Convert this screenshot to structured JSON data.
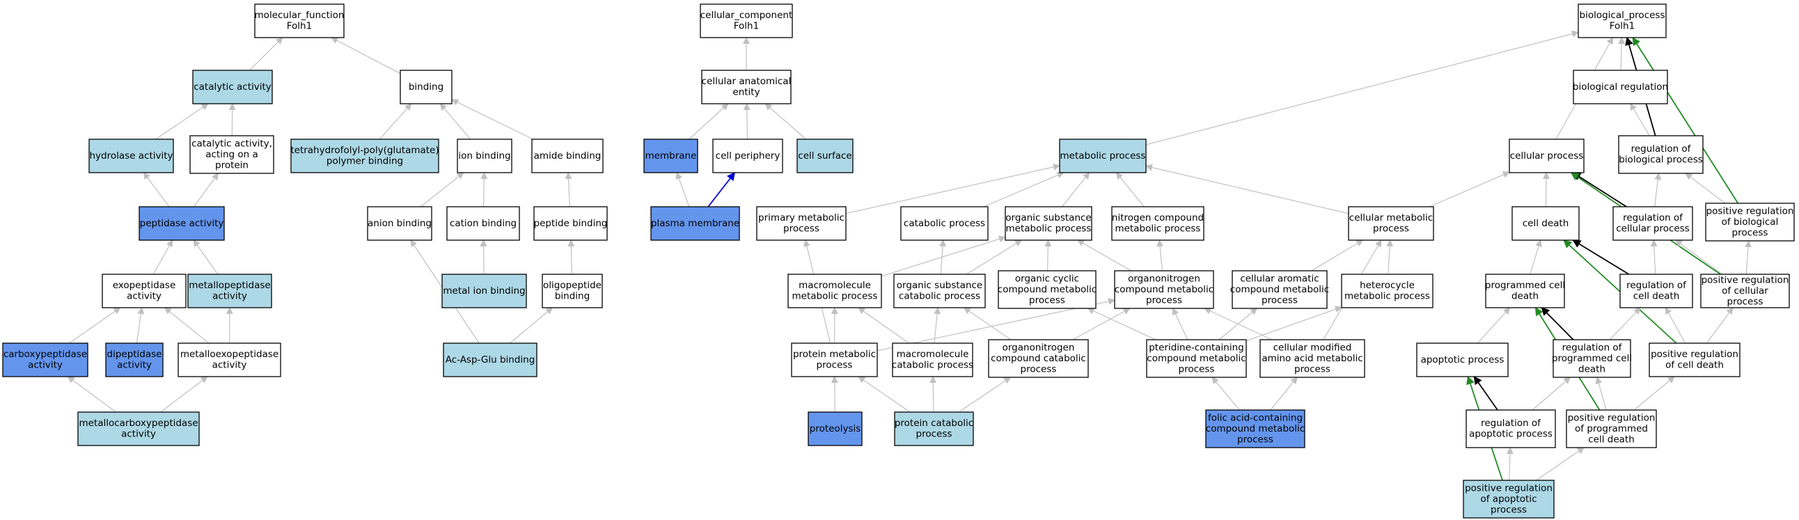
{
  "colors": {
    "plain": "#ffffff",
    "light": "#add8e6",
    "dark": "#6495ed",
    "edge_gray": "#c0c0c0",
    "edge_black": "#000000",
    "edge_green": "#228b22",
    "edge_blue": "#0000cd"
  },
  "nodes": [
    {
      "id": "mf",
      "lines": [
        "molecular_function",
        "Folh1"
      ],
      "fill": "plain"
    },
    {
      "id": "catact",
      "lines": [
        "catalytic activity"
      ],
      "fill": "light"
    },
    {
      "id": "binding",
      "lines": [
        "binding"
      ],
      "fill": "plain"
    },
    {
      "id": "hydro",
      "lines": [
        "hydrolase activity"
      ],
      "fill": "light"
    },
    {
      "id": "catprot",
      "lines": [
        "catalytic activity,",
        "acting on a",
        "protein"
      ],
      "fill": "plain"
    },
    {
      "id": "thf",
      "lines": [
        "tetrahydrofolyl-poly(glutamate)",
        "polymer binding"
      ],
      "fill": "light"
    },
    {
      "id": "ionb",
      "lines": [
        "ion binding"
      ],
      "fill": "plain"
    },
    {
      "id": "amideb",
      "lines": [
        "amide binding"
      ],
      "fill": "plain"
    },
    {
      "id": "pept",
      "lines": [
        "peptidase activity"
      ],
      "fill": "dark"
    },
    {
      "id": "anionb",
      "lines": [
        "anion binding"
      ],
      "fill": "plain"
    },
    {
      "id": "cationb",
      "lines": [
        "cation binding"
      ],
      "fill": "plain"
    },
    {
      "id": "peptb",
      "lines": [
        "peptide binding"
      ],
      "fill": "plain"
    },
    {
      "id": "exop",
      "lines": [
        "exopeptidase",
        "activity"
      ],
      "fill": "plain"
    },
    {
      "id": "metallop",
      "lines": [
        "metallopeptidase",
        "activity"
      ],
      "fill": "light"
    },
    {
      "id": "metalion",
      "lines": [
        "metal ion binding"
      ],
      "fill": "light"
    },
    {
      "id": "oligob",
      "lines": [
        "oligopeptide",
        "binding"
      ],
      "fill": "plain"
    },
    {
      "id": "carboxy",
      "lines": [
        "carboxypeptidase",
        "activity"
      ],
      "fill": "dark"
    },
    {
      "id": "dipep",
      "lines": [
        "dipeptidase",
        "activity"
      ],
      "fill": "dark"
    },
    {
      "id": "metalloexo",
      "lines": [
        "metalloexopeptidase",
        "activity"
      ],
      "fill": "plain"
    },
    {
      "id": "acasp",
      "lines": [
        "Ac-Asp-Glu binding"
      ],
      "fill": "light"
    },
    {
      "id": "metallocarb",
      "lines": [
        "metallocarboxypeptidase",
        "activity"
      ],
      "fill": "light"
    },
    {
      "id": "cc",
      "lines": [
        "cellular_component",
        "Folh1"
      ],
      "fill": "plain"
    },
    {
      "id": "cae",
      "lines": [
        "cellular anatomical",
        "entity"
      ],
      "fill": "plain"
    },
    {
      "id": "membrane",
      "lines": [
        "membrane"
      ],
      "fill": "dark"
    },
    {
      "id": "cellper",
      "lines": [
        "cell periphery"
      ],
      "fill": "plain"
    },
    {
      "id": "cellsurf",
      "lines": [
        "cell surface"
      ],
      "fill": "light"
    },
    {
      "id": "plasma",
      "lines": [
        "plasma membrane"
      ],
      "fill": "dark"
    },
    {
      "id": "bp",
      "lines": [
        "biological_process",
        "Folh1"
      ],
      "fill": "plain"
    },
    {
      "id": "metab",
      "lines": [
        "metabolic process"
      ],
      "fill": "light"
    },
    {
      "id": "cellproc",
      "lines": [
        "cellular process"
      ],
      "fill": "plain"
    },
    {
      "id": "bioreg",
      "lines": [
        "biological regulation"
      ],
      "fill": "plain"
    },
    {
      "id": "regbio",
      "lines": [
        "regulation of",
        "biological process"
      ],
      "fill": "plain"
    },
    {
      "id": "primmet",
      "lines": [
        "primary metabolic",
        "process"
      ],
      "fill": "plain"
    },
    {
      "id": "catab",
      "lines": [
        "catabolic process"
      ],
      "fill": "plain"
    },
    {
      "id": "orgsub",
      "lines": [
        "organic substance",
        "metabolic process"
      ],
      "fill": "plain"
    },
    {
      "id": "nitro",
      "lines": [
        "nitrogen compound",
        "metabolic process"
      ],
      "fill": "plain"
    },
    {
      "id": "cellmet",
      "lines": [
        "cellular metabolic",
        "process"
      ],
      "fill": "plain"
    },
    {
      "id": "celldeath",
      "lines": [
        "cell death"
      ],
      "fill": "plain"
    },
    {
      "id": "regcell",
      "lines": [
        "regulation of",
        "cellular process"
      ],
      "fill": "plain"
    },
    {
      "id": "posbio",
      "lines": [
        "positive regulation",
        "of biological",
        "process"
      ],
      "fill": "plain"
    },
    {
      "id": "macromet",
      "lines": [
        "macromolecule",
        "metabolic process"
      ],
      "fill": "plain"
    },
    {
      "id": "orgsubcat",
      "lines": [
        "organic substance",
        "catabolic process"
      ],
      "fill": "plain"
    },
    {
      "id": "orgcyc",
      "lines": [
        "organic cyclic",
        "compound metabolic",
        "process"
      ],
      "fill": "plain"
    },
    {
      "id": "orgnitro",
      "lines": [
        "organonitrogen",
        "compound metabolic",
        "process"
      ],
      "fill": "plain"
    },
    {
      "id": "cellarom",
      "lines": [
        "cellular aromatic",
        "compound metabolic",
        "process"
      ],
      "fill": "plain"
    },
    {
      "id": "hetero",
      "lines": [
        "heterocycle",
        "metabolic process"
      ],
      "fill": "plain"
    },
    {
      "id": "progdeath",
      "lines": [
        "programmed cell",
        "death"
      ],
      "fill": "plain"
    },
    {
      "id": "regdeath",
      "lines": [
        "regulation of",
        "cell death"
      ],
      "fill": "plain"
    },
    {
      "id": "poscell",
      "lines": [
        "positive regulation",
        "of cellular",
        "process"
      ],
      "fill": "plain"
    },
    {
      "id": "protmet",
      "lines": [
        "protein metabolic",
        "process"
      ],
      "fill": "plain"
    },
    {
      "id": "macrocat",
      "lines": [
        "macromolecule",
        "catabolic process"
      ],
      "fill": "plain"
    },
    {
      "id": "orgnitrocat",
      "lines": [
        "organonitrogen",
        "compound catabolic",
        "process"
      ],
      "fill": "plain"
    },
    {
      "id": "pterid",
      "lines": [
        "pteridine-containing",
        "compound metabolic",
        "process"
      ],
      "fill": "plain"
    },
    {
      "id": "cellmod",
      "lines": [
        "cellular modified",
        "amino acid metabolic",
        "process"
      ],
      "fill": "plain"
    },
    {
      "id": "apop",
      "lines": [
        "apoptotic process"
      ],
      "fill": "plain"
    },
    {
      "id": "regprog",
      "lines": [
        "regulation of",
        "programmed cell",
        "death"
      ],
      "fill": "plain"
    },
    {
      "id": "posdeath",
      "lines": [
        "positive regulation",
        "of cell death"
      ],
      "fill": "plain"
    },
    {
      "id": "proteolysis",
      "lines": [
        "proteolysis"
      ],
      "fill": "dark"
    },
    {
      "id": "protcat",
      "lines": [
        "protein catabolic",
        "process"
      ],
      "fill": "light"
    },
    {
      "id": "folic",
      "lines": [
        "folic acid-containing",
        "compound metabolic",
        "process"
      ],
      "fill": "dark"
    },
    {
      "id": "regapop",
      "lines": [
        "regulation of",
        "apoptotic process"
      ],
      "fill": "plain"
    },
    {
      "id": "posprog",
      "lines": [
        "positive regulation",
        "of programmed",
        "cell death"
      ],
      "fill": "plain"
    },
    {
      "id": "posapop",
      "lines": [
        "positive regulation",
        "of apoptotic",
        "process"
      ],
      "fill": "light"
    }
  ],
  "edges": [
    {
      "from": "catact",
      "to": "mf",
      "color": "edge_gray"
    },
    {
      "from": "binding",
      "to": "mf",
      "color": "edge_gray"
    },
    {
      "from": "hydro",
      "to": "catact",
      "color": "edge_gray"
    },
    {
      "from": "catprot",
      "to": "catact",
      "color": "edge_gray"
    },
    {
      "from": "thf",
      "to": "binding",
      "color": "edge_gray"
    },
    {
      "from": "ionb",
      "to": "binding",
      "color": "edge_gray"
    },
    {
      "from": "amideb",
      "to": "binding",
      "color": "edge_gray"
    },
    {
      "from": "pept",
      "to": "hydro",
      "color": "edge_gray"
    },
    {
      "from": "pept",
      "to": "catprot",
      "color": "edge_gray"
    },
    {
      "from": "anionb",
      "to": "ionb",
      "color": "edge_gray"
    },
    {
      "from": "cationb",
      "to": "ionb",
      "color": "edge_gray"
    },
    {
      "from": "peptb",
      "to": "amideb",
      "color": "edge_gray"
    },
    {
      "from": "exop",
      "to": "pept",
      "color": "edge_gray"
    },
    {
      "from": "metallop",
      "to": "pept",
      "color": "edge_gray"
    },
    {
      "from": "metalion",
      "to": "cationb",
      "color": "edge_gray"
    },
    {
      "from": "oligob",
      "to": "peptb",
      "color": "edge_gray"
    },
    {
      "from": "carboxy",
      "to": "exop",
      "color": "edge_gray"
    },
    {
      "from": "dipep",
      "to": "exop",
      "color": "edge_gray"
    },
    {
      "from": "metalloexo",
      "to": "exop",
      "color": "edge_gray"
    },
    {
      "from": "metalloexo",
      "to": "metallop",
      "color": "edge_gray"
    },
    {
      "from": "acasp",
      "to": "anionb",
      "color": "edge_gray"
    },
    {
      "from": "acasp",
      "to": "oligob",
      "color": "edge_gray"
    },
    {
      "from": "metallocarb",
      "to": "carboxy",
      "color": "edge_gray"
    },
    {
      "from": "metallocarb",
      "to": "metalloexo",
      "color": "edge_gray"
    },
    {
      "from": "cae",
      "to": "cc",
      "color": "edge_gray"
    },
    {
      "from": "membrane",
      "to": "cae",
      "color": "edge_gray"
    },
    {
      "from": "cellper",
      "to": "cae",
      "color": "edge_gray"
    },
    {
      "from": "cellsurf",
      "to": "cae",
      "color": "edge_gray"
    },
    {
      "from": "plasma",
      "to": "membrane",
      "color": "edge_gray"
    },
    {
      "from": "plasma",
      "to": "cellper",
      "color": "edge_blue"
    },
    {
      "from": "metab",
      "to": "bp",
      "color": "edge_gray"
    },
    {
      "from": "cellproc",
      "to": "bp",
      "color": "edge_gray"
    },
    {
      "from": "bioreg",
      "to": "bp",
      "color": "edge_gray"
    },
    {
      "from": "regbio",
      "to": "bp",
      "color": "edge_black"
    },
    {
      "from": "posbio",
      "to": "bp",
      "color": "edge_green"
    },
    {
      "from": "regbio",
      "to": "bioreg",
      "color": "edge_gray"
    },
    {
      "from": "primmet",
      "to": "metab",
      "color": "edge_gray"
    },
    {
      "from": "catab",
      "to": "metab",
      "color": "edge_gray"
    },
    {
      "from": "orgsub",
      "to": "metab",
      "color": "edge_gray"
    },
    {
      "from": "nitro",
      "to": "metab",
      "color": "edge_gray"
    },
    {
      "from": "cellmet",
      "to": "metab",
      "color": "edge_gray"
    },
    {
      "from": "cellmet",
      "to": "cellproc",
      "color": "edge_gray"
    },
    {
      "from": "celldeath",
      "to": "cellproc",
      "color": "edge_gray"
    },
    {
      "from": "regcell",
      "to": "cellproc",
      "color": "edge_black"
    },
    {
      "from": "regcell",
      "to": "regbio",
      "color": "edge_gray"
    },
    {
      "from": "posbio",
      "to": "regbio",
      "color": "edge_gray"
    },
    {
      "from": "poscell",
      "to": "cellproc",
      "color": "edge_green"
    },
    {
      "from": "poscell",
      "to": "regcell",
      "color": "edge_gray"
    },
    {
      "from": "poscell",
      "to": "posbio",
      "color": "edge_gray"
    },
    {
      "from": "macromet",
      "to": "orgsub",
      "color": "edge_gray"
    },
    {
      "from": "orgsubcat",
      "to": "orgsub",
      "color": "edge_gray"
    },
    {
      "from": "orgsubcat",
      "to": "catab",
      "color": "edge_gray"
    },
    {
      "from": "orgcyc",
      "to": "orgsub",
      "color": "edge_gray"
    },
    {
      "from": "orgnitro",
      "to": "orgsub",
      "color": "edge_gray"
    },
    {
      "from": "orgnitro",
      "to": "nitro",
      "color": "edge_gray"
    },
    {
      "from": "cellarom",
      "to": "cellmet",
      "color": "edge_gray"
    },
    {
      "from": "hetero",
      "to": "cellmet",
      "color": "edge_gray"
    },
    {
      "from": "progdeath",
      "to": "celldeath",
      "color": "edge_gray"
    },
    {
      "from": "regdeath",
      "to": "celldeath",
      "color": "edge_black"
    },
    {
      "from": "regdeath",
      "to": "regcell",
      "color": "edge_gray"
    },
    {
      "from": "posdeath",
      "to": "celldeath",
      "color": "edge_green"
    },
    {
      "from": "posdeath",
      "to": "regdeath",
      "color": "edge_gray"
    },
    {
      "from": "posdeath",
      "to": "poscell",
      "color": "edge_gray"
    },
    {
      "from": "protmet",
      "to": "primmet",
      "color": "edge_gray"
    },
    {
      "from": "protmet",
      "to": "macromet",
      "color": "edge_gray"
    },
    {
      "from": "protmet",
      "to": "orgnitro",
      "color": "edge_gray"
    },
    {
      "from": "macrocat",
      "to": "macromet",
      "color": "edge_gray"
    },
    {
      "from": "macrocat",
      "to": "orgsubcat",
      "color": "edge_gray"
    },
    {
      "from": "orgnitrocat",
      "to": "orgsubcat",
      "color": "edge_gray"
    },
    {
      "from": "orgnitrocat",
      "to": "orgnitro",
      "color": "edge_gray"
    },
    {
      "from": "pterid",
      "to": "orgcyc",
      "color": "edge_gray"
    },
    {
      "from": "pterid",
      "to": "cellarom",
      "color": "edge_gray"
    },
    {
      "from": "pterid",
      "to": "hetero",
      "color": "edge_gray"
    },
    {
      "from": "pterid",
      "to": "orgnitro",
      "color": "edge_gray"
    },
    {
      "from": "cellmod",
      "to": "cellmet",
      "color": "edge_gray"
    },
    {
      "from": "cellmod",
      "to": "orgnitro",
      "color": "edge_gray"
    },
    {
      "from": "apop",
      "to": "progdeath",
      "color": "edge_gray"
    },
    {
      "from": "regprog",
      "to": "progdeath",
      "color": "edge_black"
    },
    {
      "from": "regprog",
      "to": "regdeath",
      "color": "edge_gray"
    },
    {
      "from": "posprog",
      "to": "progdeath",
      "color": "edge_green"
    },
    {
      "from": "posprog",
      "to": "regprog",
      "color": "edge_gray"
    },
    {
      "from": "posprog",
      "to": "posdeath",
      "color": "edge_gray"
    },
    {
      "from": "proteolysis",
      "to": "protmet",
      "color": "edge_gray"
    },
    {
      "from": "protcat",
      "to": "protmet",
      "color": "edge_gray"
    },
    {
      "from": "protcat",
      "to": "macrocat",
      "color": "edge_gray"
    },
    {
      "from": "protcat",
      "to": "orgnitrocat",
      "color": "edge_gray"
    },
    {
      "from": "folic",
      "to": "pterid",
      "color": "edge_gray"
    },
    {
      "from": "folic",
      "to": "cellmod",
      "color": "edge_gray"
    },
    {
      "from": "regapop",
      "to": "apop",
      "color": "edge_black"
    },
    {
      "from": "regapop",
      "to": "regprog",
      "color": "edge_gray"
    },
    {
      "from": "posapop",
      "to": "apop",
      "color": "edge_green"
    },
    {
      "from": "posapop",
      "to": "regapop",
      "color": "edge_gray"
    },
    {
      "from": "posapop",
      "to": "posprog",
      "color": "edge_gray"
    }
  ]
}
